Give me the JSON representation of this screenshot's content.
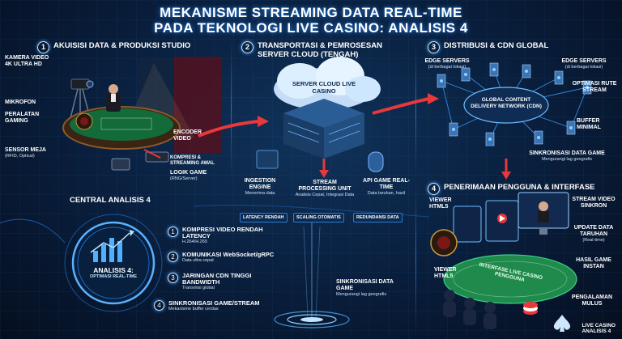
{
  "title": {
    "line1": "MEKANISME STREAMING DATA REAL-TIME",
    "line2": "PADA TEKNOLOGI LIVE CASINO: ANALISIS 4"
  },
  "section1": {
    "number": "1",
    "heading": "AKUISISI DATA & PRODUKSI STUDIO",
    "labels": {
      "camera": "KAMERA VIDEO 4K ULTRA HD",
      "mic": "MIKROFON",
      "gaming": "PERALATAN GAMING",
      "sensor": "SENSOR MEJA",
      "sensor_sub": "(RFID, Optical)",
      "encoder": "ENCODER VIDEO",
      "compress": "KOMPRESI & STREAMING AWAL",
      "logic": "LOGIK GAME",
      "logic_sub": "(RNG/Server)"
    }
  },
  "section2": {
    "number": "2",
    "heading": "TRANSPORTASI & PEMROSESAN SERVER CLOUD (TENGAH)",
    "cloud": "SERVER CLOUD LIVE CASINO",
    "ingest": "INGESTION ENGINE",
    "ingest_sub": "Menerima data",
    "spu": "STREAM PROCESSING UNIT",
    "spu_sub": "Analisis Cepat, Integrasi Data",
    "api": "API GAME REAL-TIME",
    "api_sub": "Data taruhan, hasil",
    "tags": [
      "LATENCY RENDAH",
      "SCALING OTOMATIS",
      "REDUNDANSI DATA"
    ]
  },
  "section3": {
    "number": "3",
    "heading": "DISTRIBUSI & CDN GLOBAL",
    "edge_left": "EDGE SERVERS",
    "edge_left_sub": "(di berbagai lokasi)",
    "edge_right": "EDGE SERVERS",
    "edge_right_sub": "(di berbagai lokasi)",
    "route": "OPTIMASI RUTE STREAM",
    "cdn": "GLOBAL CONTENT DELIVERY NETWORK (CDN)",
    "buffer": "BUFFER MINIMAL",
    "sync": "SINKRONISASI DATA GAME",
    "sync_sub": "Mengurangi lag geografis"
  },
  "section4": {
    "number": "4",
    "heading": "PENERIMAAN PENGGUNA & INTERFASE",
    "viewer1": "VIEWER HTML5",
    "viewer2": "VIEWER HTML5",
    "stream_sync": "STREAM VIDEO SINKRON",
    "update": "UPDATE DATA TARUHAN",
    "update_sub": "(Real-time)",
    "result": "HASIL GAME INSTAN",
    "smooth": "PENGALAMAN MULUS",
    "table_text": "INTERFASE LIVE CASINO PENGGUNA"
  },
  "central": {
    "heading": "CENTRAL ANALISIS 4",
    "badge": "ANALISIS 4:",
    "badge_sub": "OPTIMASI REAL-TIME",
    "items": [
      {
        "n": "1",
        "title": "KOMPRESI VIDEO RENDAH LATENCY",
        "sub": "H.264/H.265"
      },
      {
        "n": "2",
        "title": "KOMUNIKASI WebSocket/gRPC",
        "sub": "Data ultra cepat"
      },
      {
        "n": "3",
        "title": "JARINGAN CDN TINGGI BANDWIDTH",
        "sub": "Transmisi global"
      },
      {
        "n": "4",
        "title": "SINKRONISASI GAME/STREAM",
        "sub": "Mekanisme buffer cerdas"
      }
    ]
  },
  "sync_center": {
    "title": "SINKRONISASI DATA GAME",
    "sub": "Mengurangi lag geografis"
  },
  "logo": {
    "line1": "LIVE CASINO",
    "line2": "ANALISIS 4"
  },
  "colors": {
    "accent": "#2a8cff",
    "arrow": "#e8383b",
    "table": "#1f8a4c"
  }
}
